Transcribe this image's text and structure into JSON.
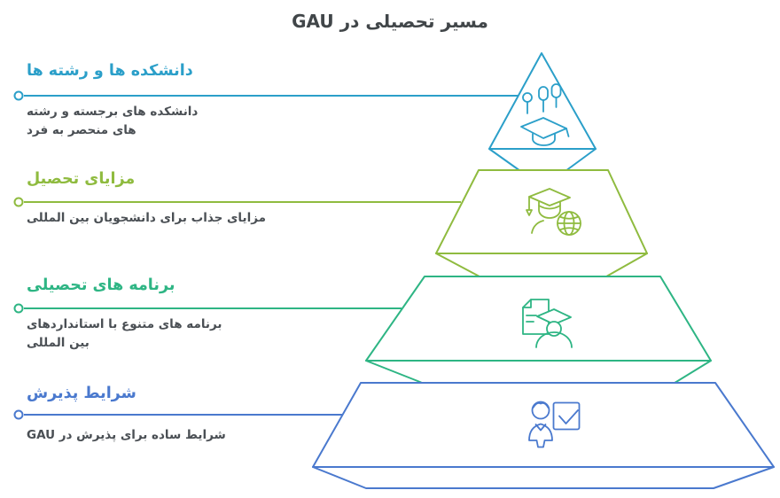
{
  "title": "مسیر تحصیلی در GAU",
  "colors": {
    "title": "#414649",
    "description": "#4a4f54",
    "background": "#ffffff"
  },
  "sections": [
    {
      "level": 1,
      "heading": "دانشکده ها و رشته ها",
      "description": "دانشکده های برجسته و رشته های منحصر به فرد",
      "color": "#2b9fc9",
      "icon": "pins-and-graduation-cap-icon"
    },
    {
      "level": 2,
      "heading": "مزایای تحصیل",
      "description": "مزایای جذاب برای دانشجویان بین المللی",
      "color": "#8fbb3f",
      "icon": "graduate-and-globe-icon"
    },
    {
      "level": 3,
      "heading": "برنامه های تحصیلی",
      "description": "برنامه های متنوع با استانداردهای بین المللی",
      "color": "#2eb584",
      "icon": "document-and-graduate-icon"
    },
    {
      "level": 4,
      "heading": "شرایط پذیرش",
      "description": "شرایط ساده برای پذیرش در GAU",
      "color": "#4a79ce",
      "icon": "person-and-checklist-icon"
    }
  ]
}
